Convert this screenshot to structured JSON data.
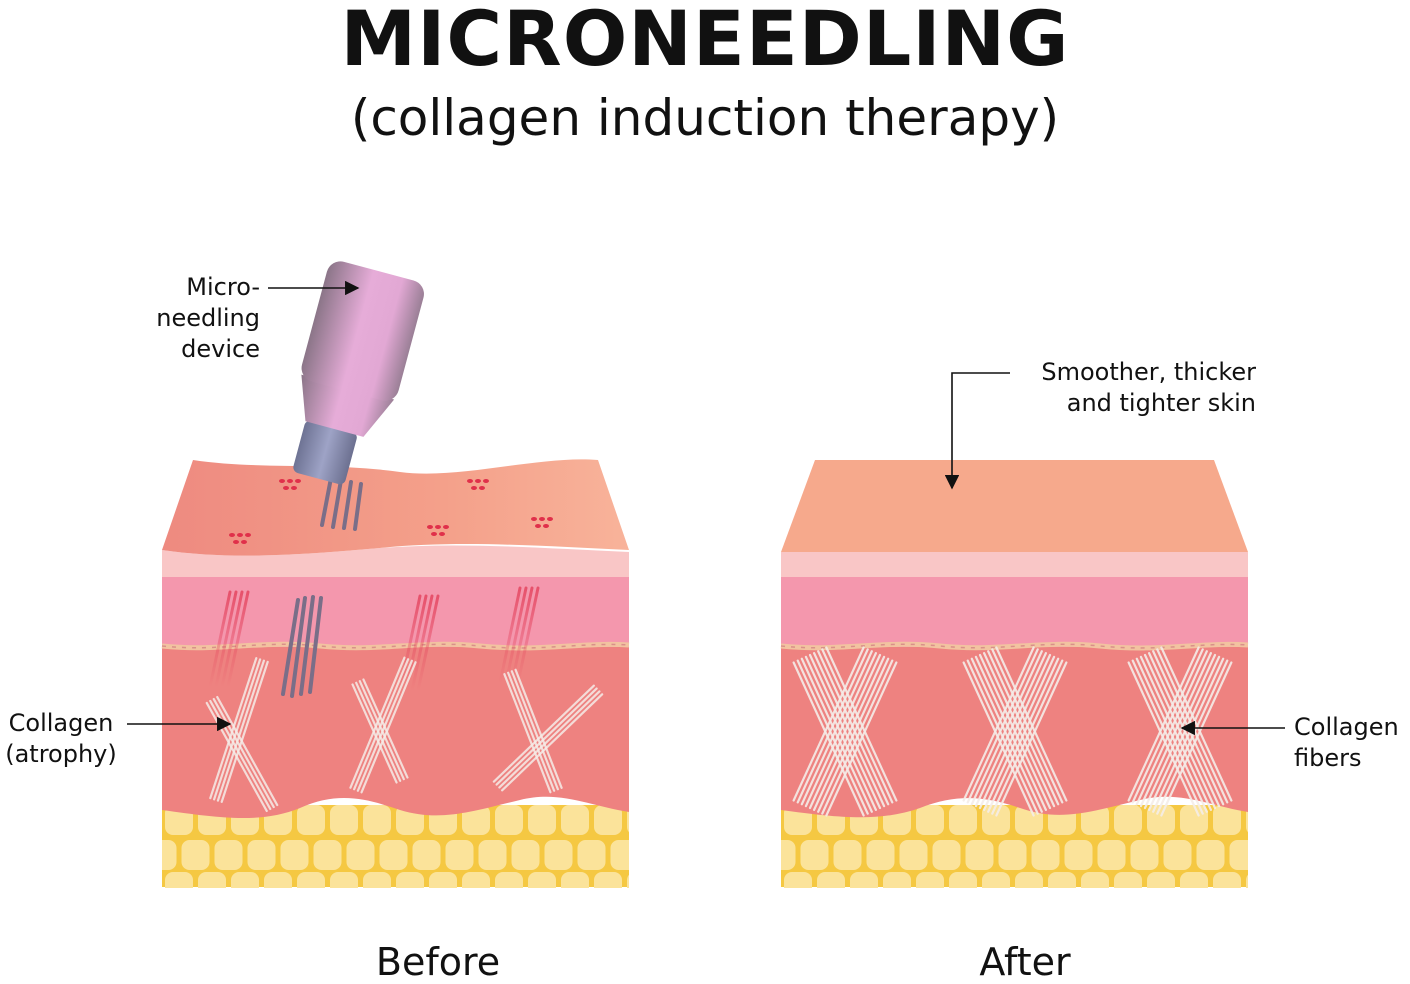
{
  "header": {
    "title": "MICRONEEDLING",
    "subtitle": "(collagen induction therapy)"
  },
  "labels": {
    "device_line1": "Micro-",
    "device_line2": "needling",
    "device_line3": "device",
    "collagen_atrophy_line1": "Collagen",
    "collagen_atrophy_line2": "(atrophy)",
    "smoother_line1": "Smoother, thicker",
    "smoother_line2": "and tighter skin",
    "collagen_fibers_line1": "Collagen",
    "collagen_fibers_line2": "fibers"
  },
  "panels": {
    "before": "Before",
    "after": "After"
  },
  "colors": {
    "epidermis": "#f6a98c",
    "epidermis_before_light": "#f8b39a",
    "epidermis_before_dark": "#ef8c80",
    "basal_layer": "#f9c6c6",
    "papillary_dermis": "#f497ad",
    "reticular_dermis": "#ee8280",
    "fat_bg": "#f5c842",
    "fat_cell": "#fbe39a",
    "collagen": "#f4ece8",
    "device_body": "#e4a6d6",
    "device_tip": "#8f94b8",
    "needle": "#7a6e88",
    "puncture": "#e0304a"
  }
}
